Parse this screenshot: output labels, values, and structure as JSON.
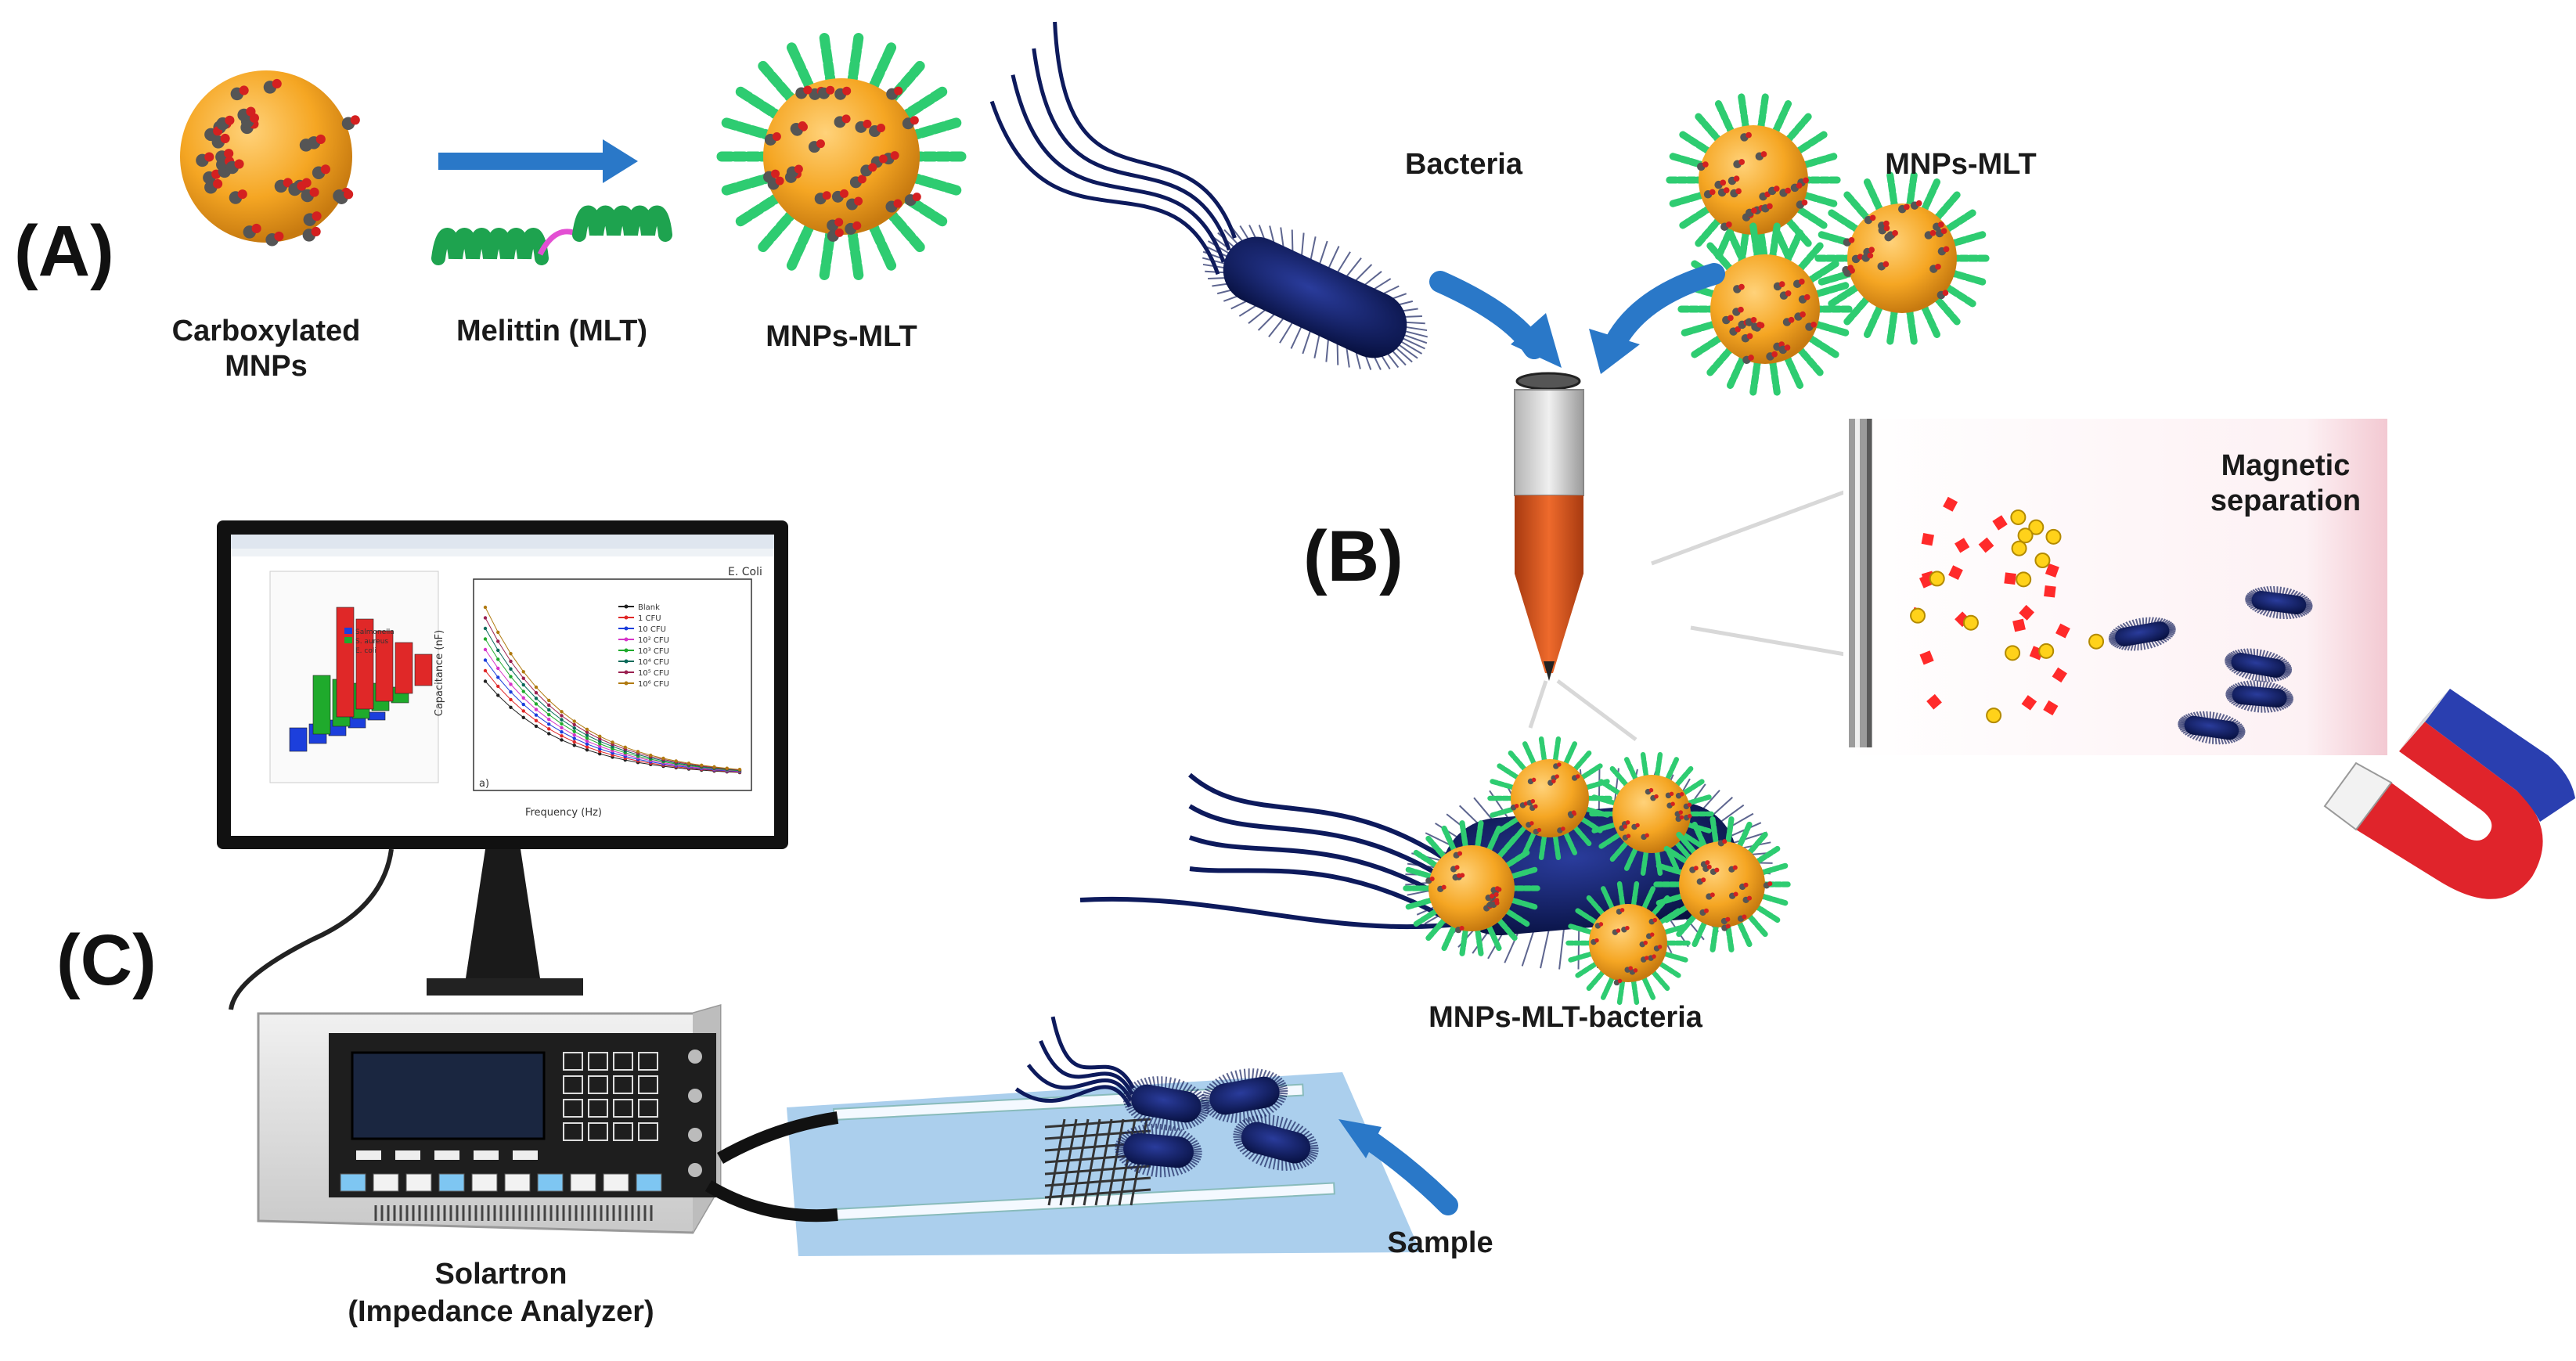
{
  "panels": {
    "a": "(A)",
    "b": "(B)",
    "c": "(C)"
  },
  "labels": {
    "carboxylated_line1": "Carboxylated",
    "carboxylated_line2": "MNPs",
    "melittin": "Melittin (MLT)",
    "mnps_mlt_product": "MNPs-MLT",
    "bacteria": "Bacteria",
    "mnps_mlt_cluster": "MNPs-MLT",
    "magnetic_line1": "Magnetic",
    "magnetic_line2": "separation",
    "complex": "MNPs-MLT-bacteria",
    "sample": "Sample",
    "analyzer_line1": "Solartron",
    "analyzer_line2": "(Impedance Analyzer)"
  },
  "monitor_plot": {
    "title": "E. Coli",
    "xlabel": "Frequency (Hz)",
    "ylabel": "Capacitance (nF)",
    "panel_tag": "a)",
    "legend": [
      "Blank",
      "1 CFU",
      "10 CFU",
      "10² CFU",
      "10³ CFU",
      "10⁴ CFU",
      "10⁵ CFU",
      "10⁶ CFU"
    ],
    "bar_legend": [
      "Salmonella",
      "S. aureus",
      "E. coli"
    ]
  },
  "colors": {
    "nanoparticle_core": "#f5a623",
    "peptide_helix": "#2ecc71",
    "bacterium_body": "#0d1a5c",
    "arrow_blue": "#2a78c8",
    "tube_liquid": "#d9531e",
    "magnet_red": "#e0242b",
    "magnet_blue": "#2a3fb0",
    "chip_blue": "#9cc7ea"
  },
  "icons": [
    "nanoparticle-icon",
    "melittin-helix-icon",
    "bacterium-icon",
    "centrifuge-tube-icon",
    "magnet-icon",
    "monitor-icon",
    "impedance-analyzer-icon",
    "sensor-chip-icon"
  ]
}
